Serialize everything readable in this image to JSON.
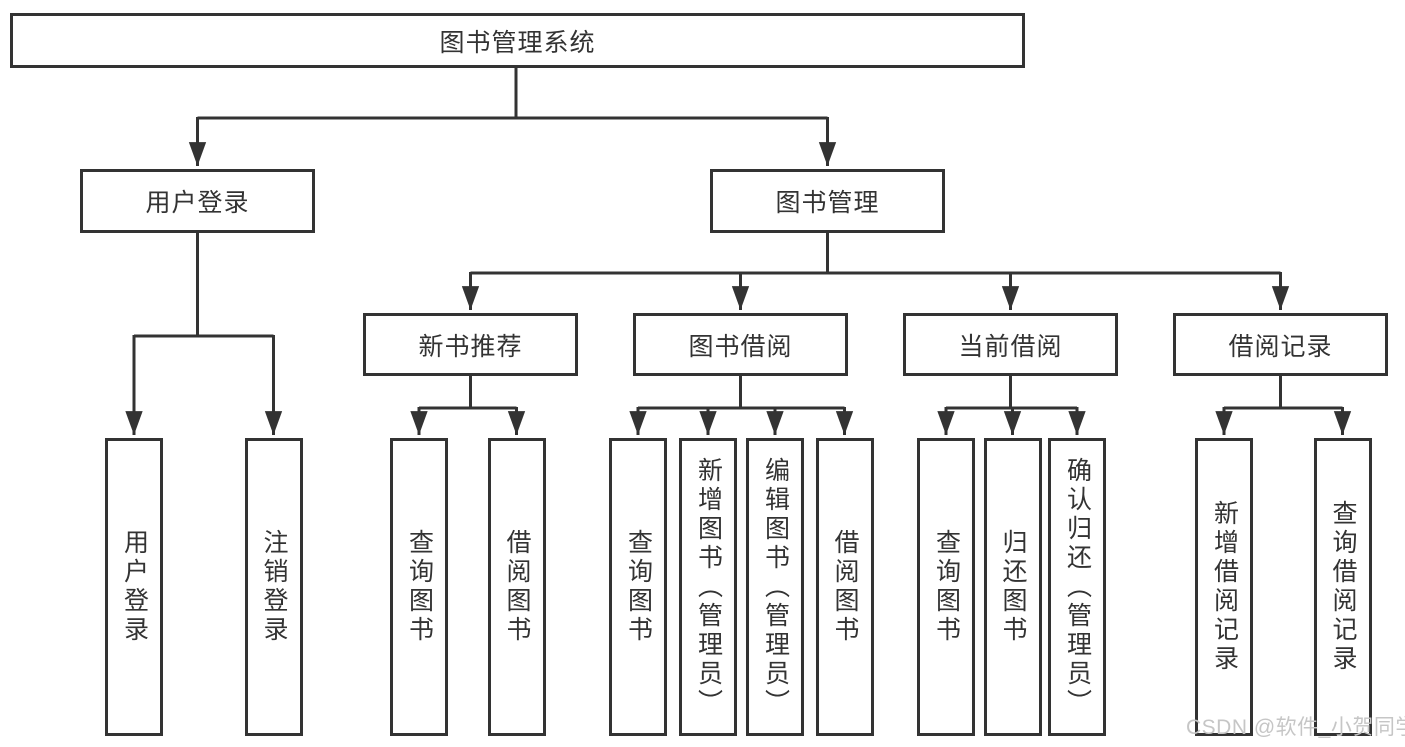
{
  "level1": {
    "label": "图书管理系统"
  },
  "level2": [
    {
      "label": "用户登录"
    },
    {
      "label": "图书管理"
    }
  ],
  "level3": [
    {
      "label": "新书推荐"
    },
    {
      "label": "图书借阅"
    },
    {
      "label": "当前借阅"
    },
    {
      "label": "借阅记录"
    }
  ],
  "level4": [
    {
      "label": "用户登录"
    },
    {
      "label": "注销登录"
    },
    {
      "label": "查询图书"
    },
    {
      "label": "借阅图书"
    },
    {
      "label": "查询图书"
    },
    {
      "label": "新增图书（管理员）"
    },
    {
      "label": "编辑图书（管理员）"
    },
    {
      "label": "借阅图书"
    },
    {
      "label": "查询图书"
    },
    {
      "label": "归还图书"
    },
    {
      "label": "确认归还（管理员）"
    },
    {
      "label": "新增借阅记录"
    },
    {
      "label": "查询借阅记录"
    }
  ],
  "watermark": {
    "label": "CSDN @软件_小贺同学"
  },
  "colors": {
    "line": "#333333",
    "text": "#333333",
    "box_background": "#ffffff",
    "watermark_text": "#c6c6c6"
  }
}
